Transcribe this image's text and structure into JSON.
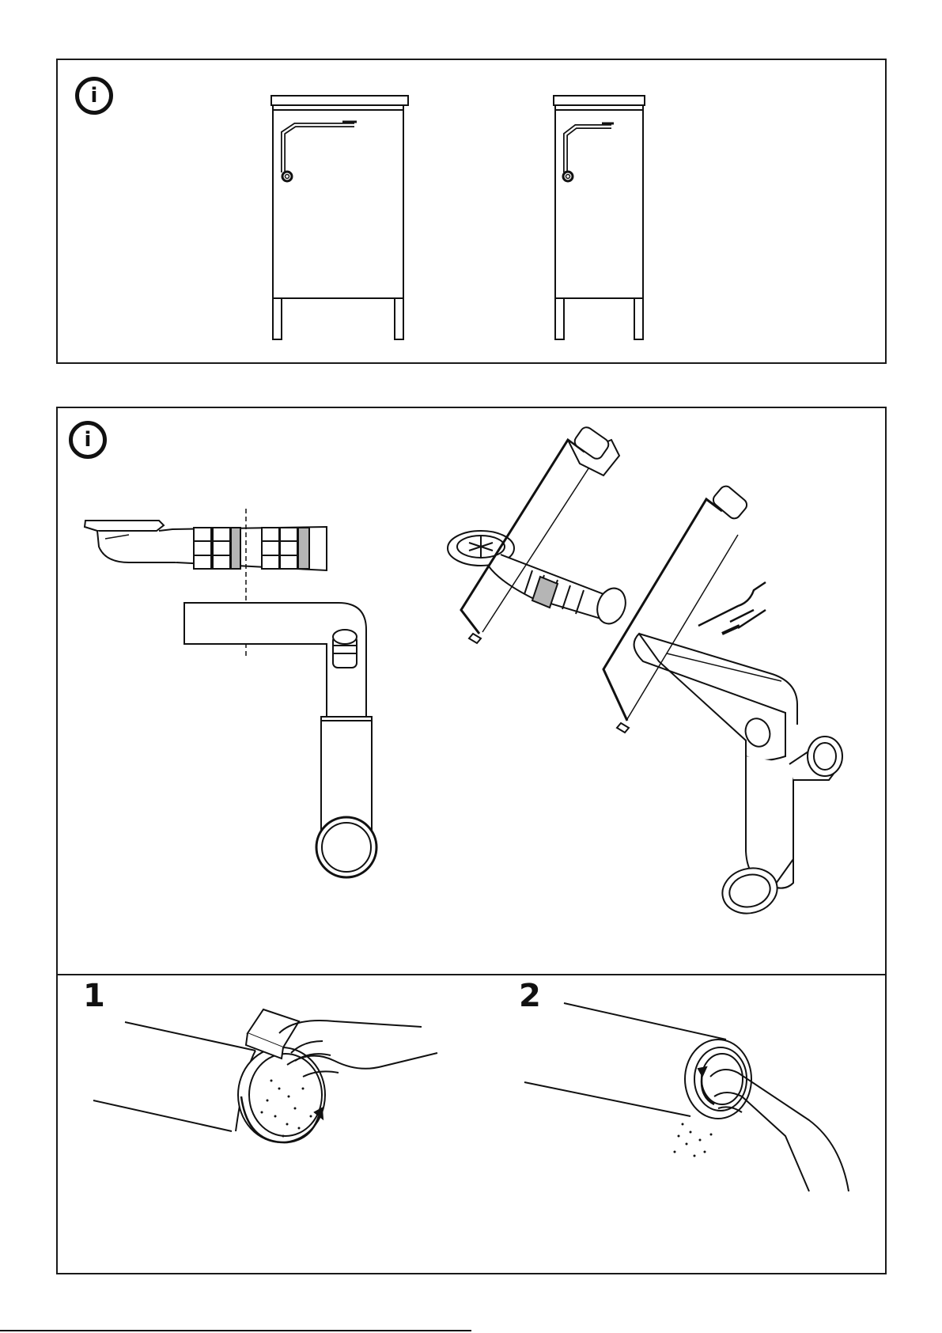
{
  "page": {
    "info_icon_glyph": "i",
    "steps": [
      {
        "number": "1"
      },
      {
        "number": "2"
      }
    ]
  },
  "icons": [
    "info-icon",
    "saw-icon",
    "finger-icon",
    "cleaning-hand-icon",
    "rotate-arrow-icon"
  ],
  "colors": {
    "ink": "#111111",
    "shade": "#b5b5b5",
    "paper": "#ffffff"
  }
}
